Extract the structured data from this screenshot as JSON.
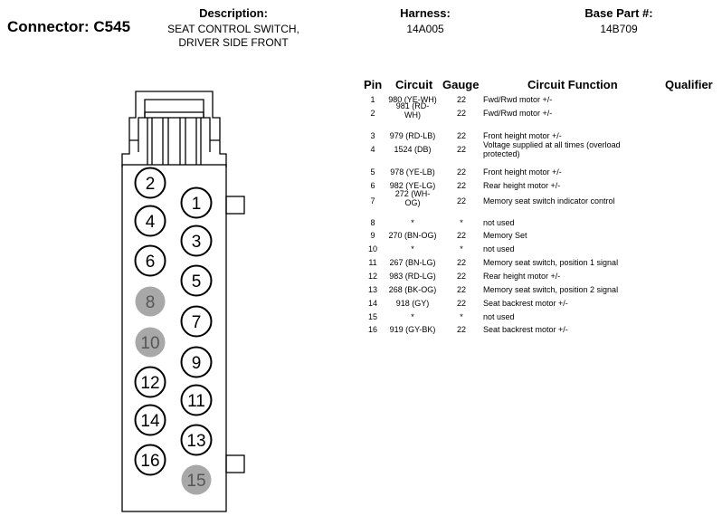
{
  "header": {
    "connector_title": "Connector: C545",
    "description_label": "Description:",
    "description_line1": "SEAT CONTROL SWITCH,",
    "description_line2": "DRIVER SIDE FRONT",
    "harness_label": "Harness:",
    "harness_value": "14A005",
    "base_part_label": "Base Part #:",
    "base_part_value": "14B709"
  },
  "table": {
    "headers": {
      "pin": "Pin",
      "circuit": "Circuit",
      "gauge": "Gauge",
      "function": "Circuit Function",
      "qualifier": "Qualifier"
    },
    "rows": [
      {
        "pin": "1",
        "circuit": "980 (YE-WH)",
        "gauge": "22",
        "function": "Fwd/Rwd motor +/-"
      },
      {
        "pin": "2",
        "circuit": "981 (RD-WH)",
        "gauge": "22",
        "function": "Fwd/Rwd motor +/-"
      },
      {
        "pin": "3",
        "circuit": "979 (RD-LB)",
        "gauge": "22",
        "function": "Front height motor +/-"
      },
      {
        "pin": "4",
        "circuit": "1524 (DB)",
        "gauge": "22",
        "function": "Voltage supplied at all times (overload protected)"
      },
      {
        "pin": "5",
        "circuit": "978 (YE-LB)",
        "gauge": "22",
        "function": "Front height motor +/-"
      },
      {
        "pin": "6",
        "circuit": "982 (YE-LG)",
        "gauge": "22",
        "function": "Rear height motor +/-"
      },
      {
        "pin": "7",
        "circuit": "272 (WH-OG)",
        "gauge": "22",
        "function": "Memory seat switch indicator control"
      },
      {
        "pin": "8",
        "circuit": "*",
        "gauge": "*",
        "function": "not used"
      },
      {
        "pin": "9",
        "circuit": "270 (BN-OG)",
        "gauge": "22",
        "function": "Memory Set"
      },
      {
        "pin": "10",
        "circuit": "*",
        "gauge": "*",
        "function": "not used"
      },
      {
        "pin": "11",
        "circuit": "267 (BN-LG)",
        "gauge": "22",
        "function": "Memory seat switch, position 1 signal"
      },
      {
        "pin": "12",
        "circuit": "983 (RD-LG)",
        "gauge": "22",
        "function": "Rear height motor +/-"
      },
      {
        "pin": "13",
        "circuit": "268 (BK-OG)",
        "gauge": "22",
        "function": "Memory seat switch, position 2 signal"
      },
      {
        "pin": "14",
        "circuit": "918 (GY)",
        "gauge": "22",
        "function": "Seat backrest motor +/-"
      },
      {
        "pin": "15",
        "circuit": "*",
        "gauge": "*",
        "function": "not used"
      },
      {
        "pin": "16",
        "circuit": "919 (GY-BK)",
        "gauge": "22",
        "function": "Seat backrest motor +/-"
      }
    ]
  },
  "connector": {
    "pins": [
      {
        "label": "2",
        "used": true
      },
      {
        "label": "1",
        "used": true
      },
      {
        "label": "4",
        "used": true
      },
      {
        "label": "3",
        "used": true
      },
      {
        "label": "6",
        "used": true
      },
      {
        "label": "5",
        "used": true
      },
      {
        "label": "8",
        "used": false
      },
      {
        "label": "7",
        "used": true
      },
      {
        "label": "10",
        "used": false
      },
      {
        "label": "9",
        "used": true
      },
      {
        "label": "12",
        "used": true
      },
      {
        "label": "11",
        "used": true
      },
      {
        "label": "14",
        "used": true
      },
      {
        "label": "13",
        "used": true
      },
      {
        "label": "16",
        "used": true
      },
      {
        "label": "15",
        "used": false
      }
    ],
    "colors": {
      "used_fill": "#ffffff",
      "unused_fill": "#a8a8a8",
      "unused_text": "#555555",
      "stroke": "#000000"
    }
  }
}
